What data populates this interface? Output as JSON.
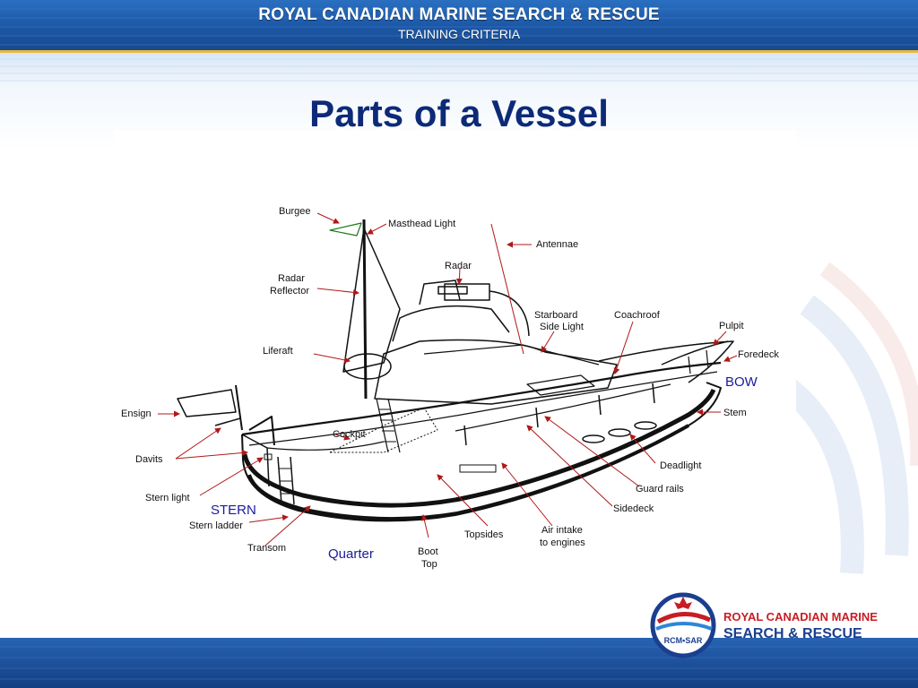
{
  "header": {
    "title": "ROYAL CANADIAN MARINE SEARCH & RESCUE",
    "subtitle": "TRAINING CRITERIA"
  },
  "slide": {
    "title": "Parts of a Vessel"
  },
  "diagram": {
    "labels": {
      "burgee": "Burgee",
      "masthead_light": "Masthead Light",
      "antennae": "Antennae",
      "radar": "Radar",
      "radar_reflector_1": "Radar",
      "radar_reflector_2": "Reflector",
      "starboard_1": "Starboard",
      "starboard_2": "Side Light",
      "coachroof": "Coachroof",
      "pulpit": "Pulpit",
      "liferaft": "Liferaft",
      "foredeck": "Foredeck",
      "bow": "BOW",
      "ensign": "Ensign",
      "stem": "Stem",
      "cockpit": "Cockpit",
      "davits": "Davits",
      "deadlight": "Deadlight",
      "guard_rails": "Guard rails",
      "stern_light": "Stern light",
      "sidedeck": "Sidedeck",
      "stern": "STERN",
      "stern_ladder": "Stern ladder",
      "transom": "Transom",
      "quarter": "Quarter",
      "topsides": "Topsides",
      "air_intake_1": "Air intake",
      "air_intake_2": "to engines",
      "boot_top_1": "Boot",
      "boot_top_2": "Top"
    }
  },
  "logo": {
    "badge_text": "RCM•SAR",
    "line1": "ROYAL CANADIAN MARINE",
    "line2": "SEARCH & RESCUE"
  },
  "colors": {
    "header_blue": "#1f5aa6",
    "title_blue": "#0d2a78",
    "footer_blue": "#1b4f9c",
    "arrow_red": "#b01818",
    "logo_red": "#c81d25"
  }
}
